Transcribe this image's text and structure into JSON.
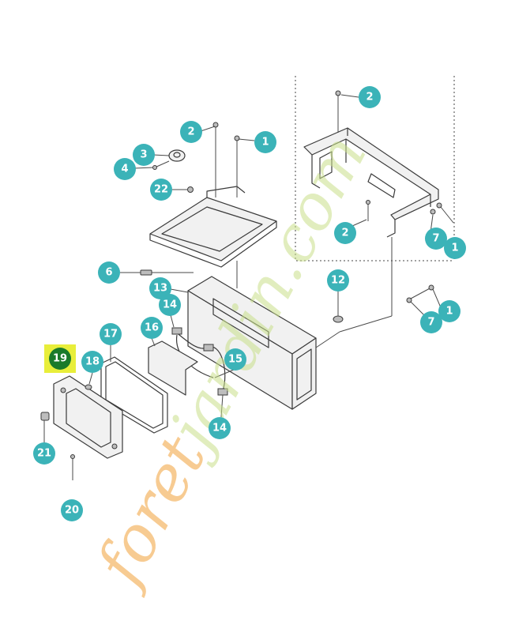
{
  "diagram": {
    "callouts": [
      {
        "id": "c1",
        "label": "1"
      },
      {
        "id": "c2",
        "label": "2"
      },
      {
        "id": "c3",
        "label": "3"
      },
      {
        "id": "c4",
        "label": "4"
      },
      {
        "id": "c22",
        "label": "22"
      },
      {
        "id": "c6",
        "label": "6"
      },
      {
        "id": "c13",
        "label": "13"
      },
      {
        "id": "c14a",
        "label": "14"
      },
      {
        "id": "c16",
        "label": "16"
      },
      {
        "id": "c17",
        "label": "17"
      },
      {
        "id": "c18",
        "label": "18"
      },
      {
        "id": "c19",
        "label": "19"
      },
      {
        "id": "c21",
        "label": "21"
      },
      {
        "id": "c20",
        "label": "20"
      },
      {
        "id": "c15",
        "label": "15"
      },
      {
        "id": "c14b",
        "label": "14"
      },
      {
        "id": "c12",
        "label": "12"
      },
      {
        "id": "c2b",
        "label": "2"
      },
      {
        "id": "c2c",
        "label": "2"
      },
      {
        "id": "c7a",
        "label": "7"
      },
      {
        "id": "c1b",
        "label": "1"
      },
      {
        "id": "c1c",
        "label": "1"
      },
      {
        "id": "c7b",
        "label": "7"
      }
    ],
    "highlighted": "19",
    "colors": {
      "callout": "#3bb3b8",
      "highlight_fill": "#1a7a2a",
      "highlight_box": "#e8ee3a",
      "watermark_orange": "#f2a23a",
      "watermark_green": "#c9e08a"
    },
    "watermark": {
      "part1": "foret",
      "part2": "jardin",
      "part3": ".com"
    }
  }
}
